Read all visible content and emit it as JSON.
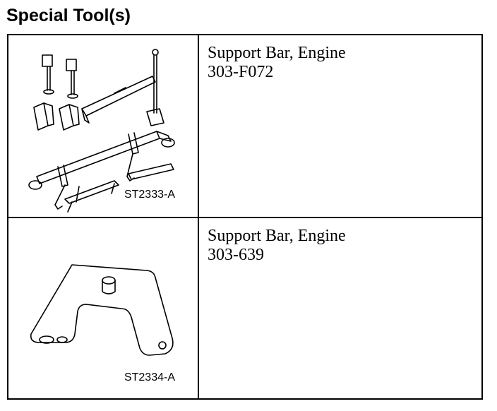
{
  "page": {
    "title": "Special Tool(s)"
  },
  "tools": [
    {
      "name": "Support Bar, Engine",
      "number": "303-F072",
      "figure": "ST2333-A"
    },
    {
      "name": "Support Bar, Engine",
      "number": "303-639",
      "figure": "ST2334-A"
    }
  ]
}
